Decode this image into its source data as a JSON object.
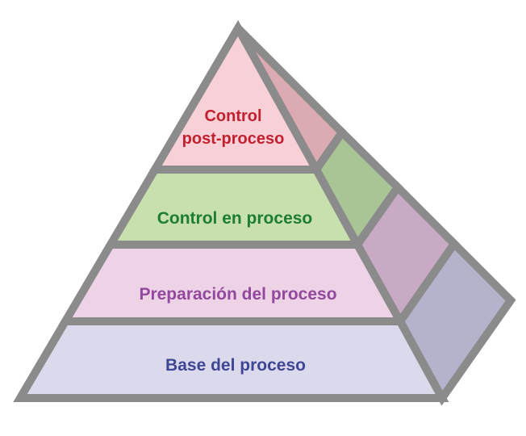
{
  "diagram": {
    "type": "pyramid-3d",
    "background_color": "#ffffff",
    "border_color": "#8b8b8b",
    "levels": [
      {
        "label": "Control post-proceso",
        "label_lines": [
          "Control",
          "post-proceso"
        ],
        "text_color": "#c2202e",
        "front_color": "#f8d1d8",
        "side_color": "#dcaab3"
      },
      {
        "label": "Control en proceso",
        "label_lines": [
          "Control en proceso"
        ],
        "text_color": "#1e7d35",
        "front_color": "#c8dfae",
        "side_color": "#a9c495"
      },
      {
        "label": "Preparación del proceso",
        "label_lines": [
          "Preparación del proceso"
        ],
        "text_color": "#92489c",
        "front_color": "#eed3e7",
        "side_color": "#c9aac5"
      },
      {
        "label": "Base del proceso",
        "label_lines": [
          "Base del proceso"
        ],
        "text_color": "#3e4695",
        "front_color": "#dbd9ec",
        "side_color": "#b5b3cb"
      }
    ]
  }
}
